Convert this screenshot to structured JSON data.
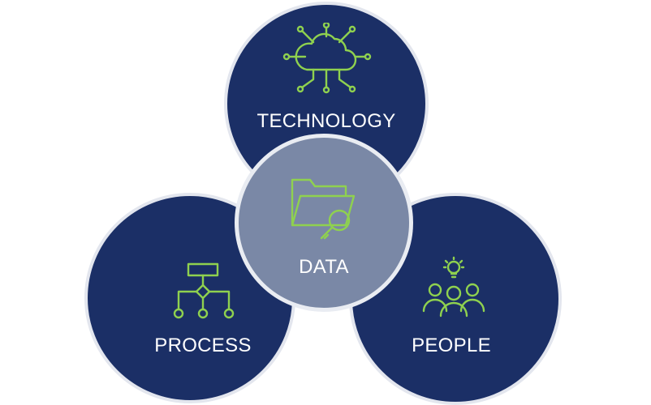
{
  "diagram": {
    "nodes": [
      {
        "id": "technology",
        "label": "TECHNOLOGY",
        "icon": "cloud-network-icon"
      },
      {
        "id": "process",
        "label": "PROCESS",
        "icon": "flowchart-icon"
      },
      {
        "id": "people",
        "label": "PEOPLE",
        "icon": "people-idea-icon"
      },
      {
        "id": "data",
        "label": "DATA",
        "icon": "folder-search-icon"
      }
    ]
  },
  "colors": {
    "outer_circle": "#1b2f66",
    "center_circle": "#7a88a6",
    "icon_stroke": "#8fd14f",
    "label_text": "#ffffff",
    "circle_border": "#e3e6ee"
  }
}
